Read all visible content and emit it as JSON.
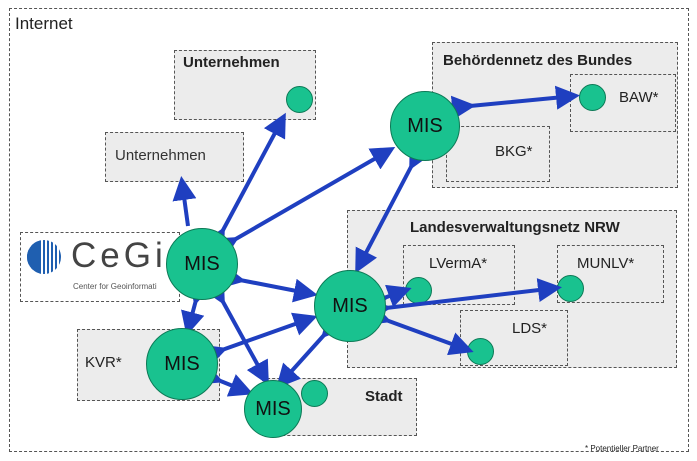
{
  "internet_label": "Internet",
  "colors": {
    "node_fill": "#19c28f",
    "node_stroke": "#0c7a56",
    "arrow": "#1f3fc0",
    "box_fill": "#ececec"
  },
  "boxes": {
    "unternehmen_top": "Unternehmen",
    "unternehmen_mid": "Unternehmen",
    "bund": "Behördennetz des Bundes",
    "bkg": "BKG*",
    "baw": "BAW*",
    "nrw": "Landesverwaltungsnetz NRW",
    "lverma": "LVermA*",
    "munlv": "MUNLV*",
    "lds": "LDS*",
    "kvr": "KVR*",
    "stadt": "Stadt"
  },
  "nodes": {
    "mis_bund": "MIS",
    "mis_cegi": "MIS",
    "mis_nrw": "MIS",
    "mis_kvr": "MIS",
    "mis_stadt": "MIS"
  },
  "logo": {
    "name": "CeGi",
    "subtitle": "Center for Geoinformati"
  },
  "footnote": "* Potentieller Partner"
}
